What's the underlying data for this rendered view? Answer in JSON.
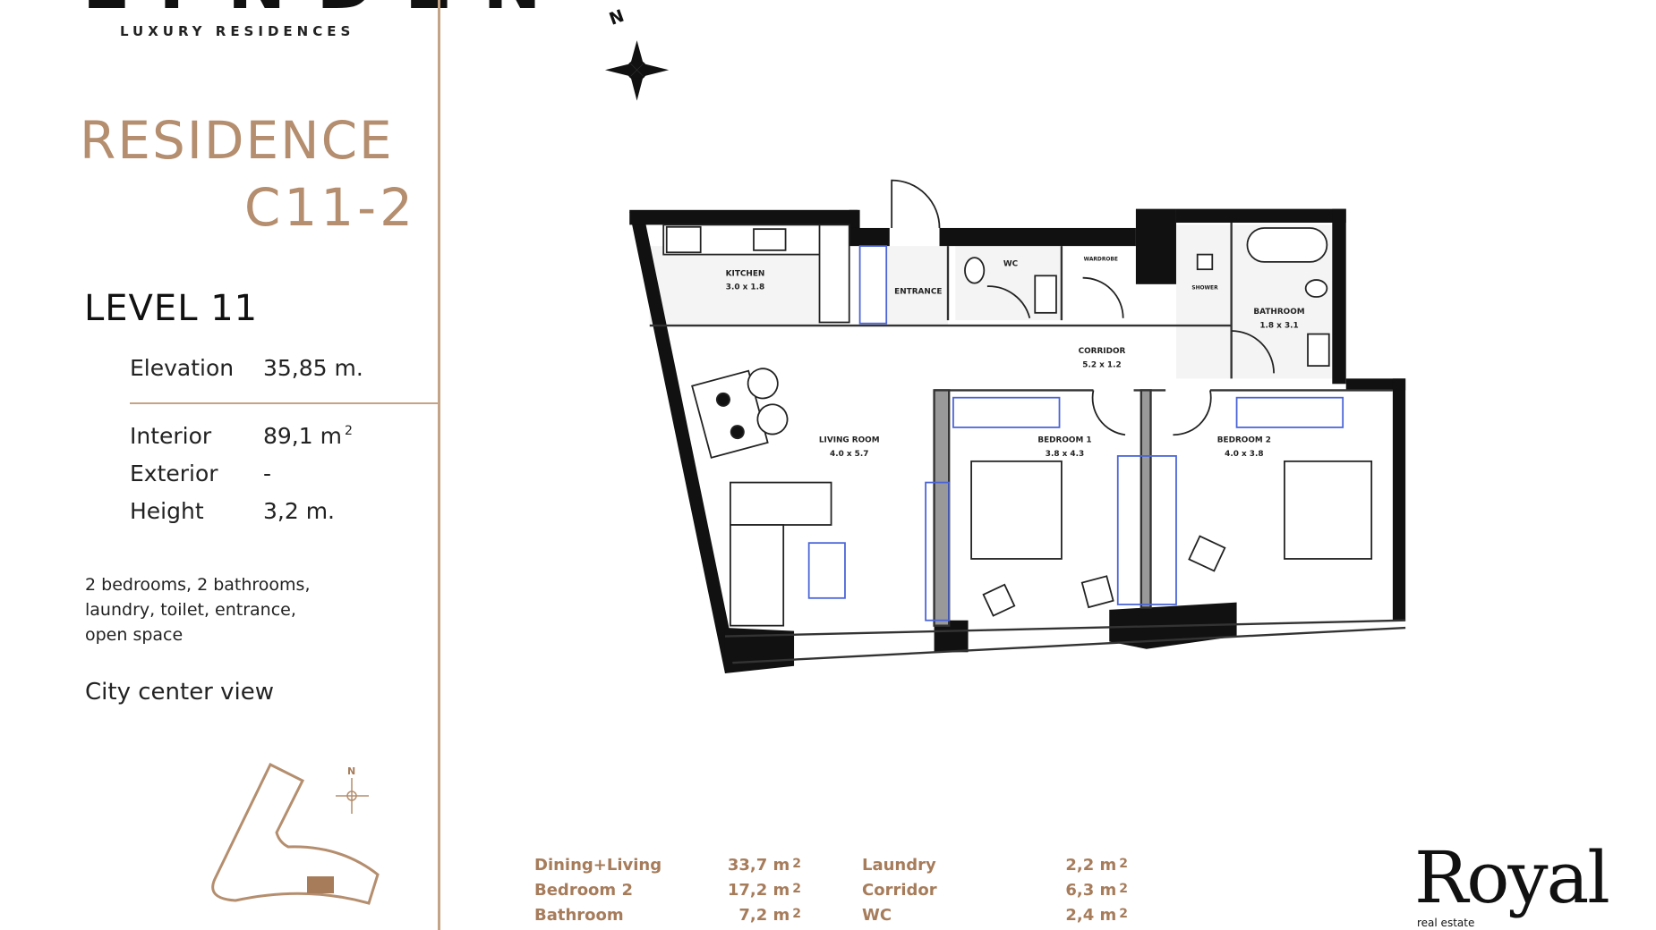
{
  "brand": {
    "logo_text": "LYNDEN",
    "tagline": "LUXURY RESIDENCES"
  },
  "residence": {
    "title": "RESIDENCE",
    "code": "C11-2",
    "level": "LEVEL 11"
  },
  "specs": [
    {
      "label": "Elevation",
      "value": "35,85 m.",
      "sup": ""
    },
    {
      "label": "Interior",
      "value": "89,1 m",
      "sup": "2"
    },
    {
      "label": "Exterior",
      "value": "-",
      "sup": ""
    },
    {
      "label": "Height",
      "value": "3,2 m.",
      "sup": ""
    }
  ],
  "description": [
    "2 bedrooms, 2 bathrooms,",
    "laundry, toilet, entrance,",
    "open space"
  ],
  "view": "City center view",
  "compass": {
    "north": "N"
  },
  "rooms": {
    "kitchen": {
      "name": "KITCHEN",
      "dims": "3.0 x 1.8"
    },
    "entrance": {
      "name": "ENTRANCE"
    },
    "wc": {
      "name": "WC"
    },
    "wardrobe": {
      "name": "WARDROBE"
    },
    "shower": {
      "name": "SHOWER"
    },
    "bathroom": {
      "name": "BATHROOM",
      "dims": "1.8 x 3.1"
    },
    "corridor": {
      "name": "CORRIDOR",
      "dims": "5.2 x 1.2"
    },
    "living": {
      "name": "LIVING ROOM",
      "dims": "4.0 x 5.7"
    },
    "bedroom1": {
      "name": "BEDROOM 1",
      "dims": "3.8 x 4.3"
    },
    "bedroom2": {
      "name": "BEDROOM 2",
      "dims": "4.0 x 3.8"
    }
  },
  "areas": [
    {
      "label": "Dining+Living",
      "value": "33,7 m",
      "sup": "2"
    },
    {
      "label": "Bedroom 2",
      "value": "17,2 m",
      "sup": "2"
    },
    {
      "label": "Bathroom",
      "value": "7,2 m",
      "sup": "2"
    },
    {
      "label": "Laundry",
      "value": "2,2 m",
      "sup": "2"
    },
    {
      "label": "Corridor",
      "value": "6,3 m",
      "sup": "2"
    },
    {
      "label": "WC",
      "value": "2,4 m",
      "sup": "2"
    }
  ],
  "partner": {
    "logo_text": "Royal",
    "tagline": "real estate"
  },
  "colors": {
    "accent": "#b48e6e",
    "wall": "#111111",
    "furniture_blue": "#4a64d8",
    "divider": "#c5a386"
  }
}
